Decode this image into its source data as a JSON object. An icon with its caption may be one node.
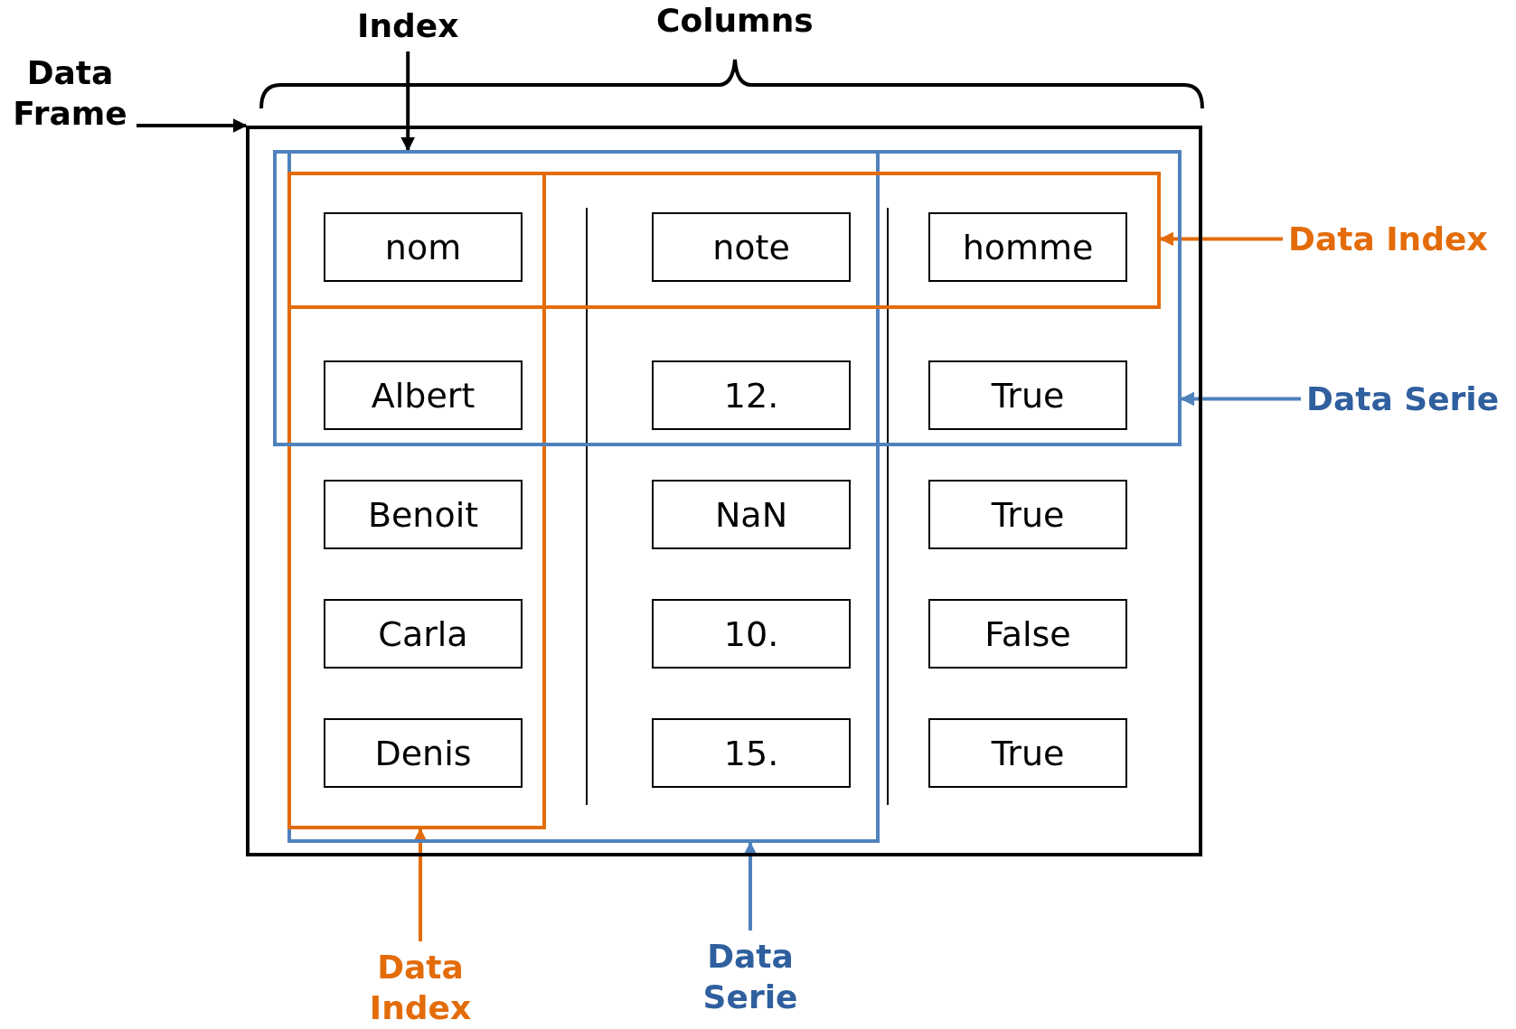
{
  "diagram": {
    "nodes": [
      {
        "text": [
          "Data Frame"
        ]
      },
      {
        "text": [],
        "shape": "box"
      },
      {
        "text": [
          "Index"
        ]
      },
      {
        "text": [],
        "shape": "box",
        "in": 1
      },
      {
        "text": [],
        "shape": "box",
        "in": 1
      },
      {
        "text": [],
        "shape": "box",
        "in": 4
      },
      {
        "text": [],
        "shape": "box",
        "in": 3
      },
      {
        "text": [
          "nom"
        ]
      },
      {
        "text": [
          "note"
        ]
      },
      {
        "text": [
          "homme"
        ],
        "in": 5
      },
      {
        "text": [
          "Albert"
        ]
      },
      {
        "text": [
          "12."
        ]
      },
      {
        "text": [
          "True"
        ],
        "in": 4
      },
      {
        "text": [
          "Benoit"
        ],
        "in": 6
      },
      {
        "text": [
          "NaN"
        ],
        "in": 3
      },
      {
        "text": [
          "True"
        ],
        "in": 1
      },
      {
        "text": [
          "Carla"
        ],
        "in": 6
      },
      {
        "text": [
          "10."
        ],
        "in": 3
      },
      {
        "text": [
          "False"
        ],
        "in": 1
      },
      {
        "text": [
          "Denis"
        ],
        "in": 6
      },
      {
        "text": [
          "15."
        ],
        "in": 3
      },
      {
        "text": [
          "True"
        ],
        "in": 1
      },
      {
        "text": [
          "Data Index"
        ]
      },
      {
        "text": [
          "Data Serie"
        ]
      },
      {
        "text": [
          "Data Index"
        ]
      },
      {
        "text": [
          "Data Serie"
        ]
      }
    ],
    "edges": [
      {
        "from": 0,
        "to": 1,
        "arrow": "to",
        "color": "#000000"
      },
      {
        "from": 2,
        "to": 3,
        "arrow": "to",
        "color": "#000000"
      },
      {
        "from": 22,
        "to": 5,
        "arrow": "to",
        "color": "#e36c09"
      },
      {
        "from": 23,
        "to": 4,
        "arrow": "to",
        "color": "#4f81bd"
      },
      {
        "from": 24,
        "to": 6,
        "arrow": "to",
        "color": "#e36c09"
      },
      {
        "from": 25,
        "to": 3,
        "arrow": "to",
        "color": "#4f81bd"
      }
    ],
    "labels": [
      "Columns"
    ]
  }
}
